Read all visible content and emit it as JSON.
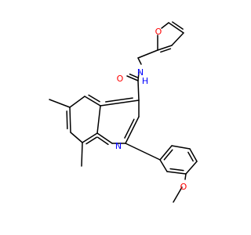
{
  "molecule": {
    "atoms": {
      "O_carbonyl": {
        "label": "O",
        "color": "#ff0000"
      },
      "N_amide": {
        "label": "N",
        "color": "#0000ff"
      },
      "H_amide": {
        "label": "H",
        "color": "#0000ff"
      },
      "O_furan": {
        "label": "O",
        "color": "#ff0000"
      },
      "N_ring": {
        "label": "N",
        "color": "#0000ff"
      },
      "O_methoxy": {
        "label": "O",
        "color": "#ff0000"
      }
    }
  }
}
